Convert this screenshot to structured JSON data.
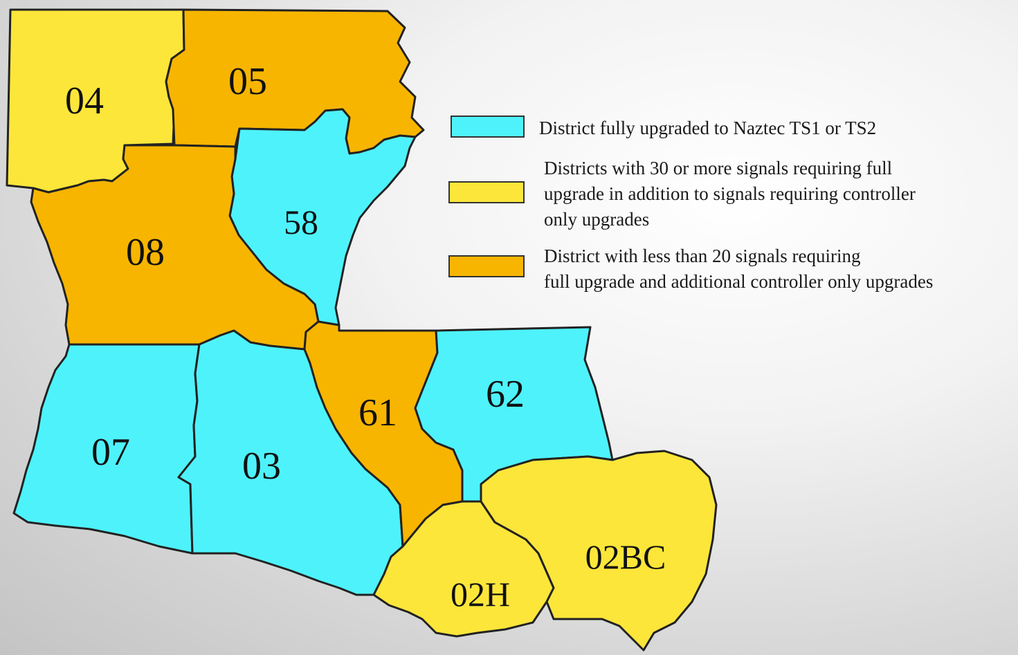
{
  "colors": {
    "fully_upgraded": "#4ef2fb",
    "thirty_or_more": "#fde63a",
    "less_than_twenty": "#f7b500"
  },
  "districts": [
    {
      "id": "04",
      "label": "04",
      "status": "thirty_or_more"
    },
    {
      "id": "05",
      "label": "05",
      "status": "less_than_twenty"
    },
    {
      "id": "58",
      "label": "58",
      "status": "fully_upgraded"
    },
    {
      "id": "08",
      "label": "08",
      "status": "less_than_twenty"
    },
    {
      "id": "07",
      "label": "07",
      "status": "fully_upgraded"
    },
    {
      "id": "03",
      "label": "03",
      "status": "fully_upgraded"
    },
    {
      "id": "61",
      "label": "61",
      "status": "less_than_twenty"
    },
    {
      "id": "62",
      "label": "62",
      "status": "fully_upgraded"
    },
    {
      "id": "02H",
      "label": "02H",
      "status": "thirty_or_more"
    },
    {
      "id": "02BC",
      "label": "02BC",
      "status": "thirty_or_more"
    }
  ],
  "legend": {
    "fully_upgraded": [
      "District fully upgraded to Naztec TS1 or TS2"
    ],
    "thirty_or_more": [
      "Districts with 30 or more signals requiring full",
      "upgrade in addition to signals requiring controller",
      "only upgrades"
    ],
    "less_than_twenty": [
      "District with less than 20 signals requiring",
      "full upgrade and additional controller only upgrades"
    ]
  }
}
